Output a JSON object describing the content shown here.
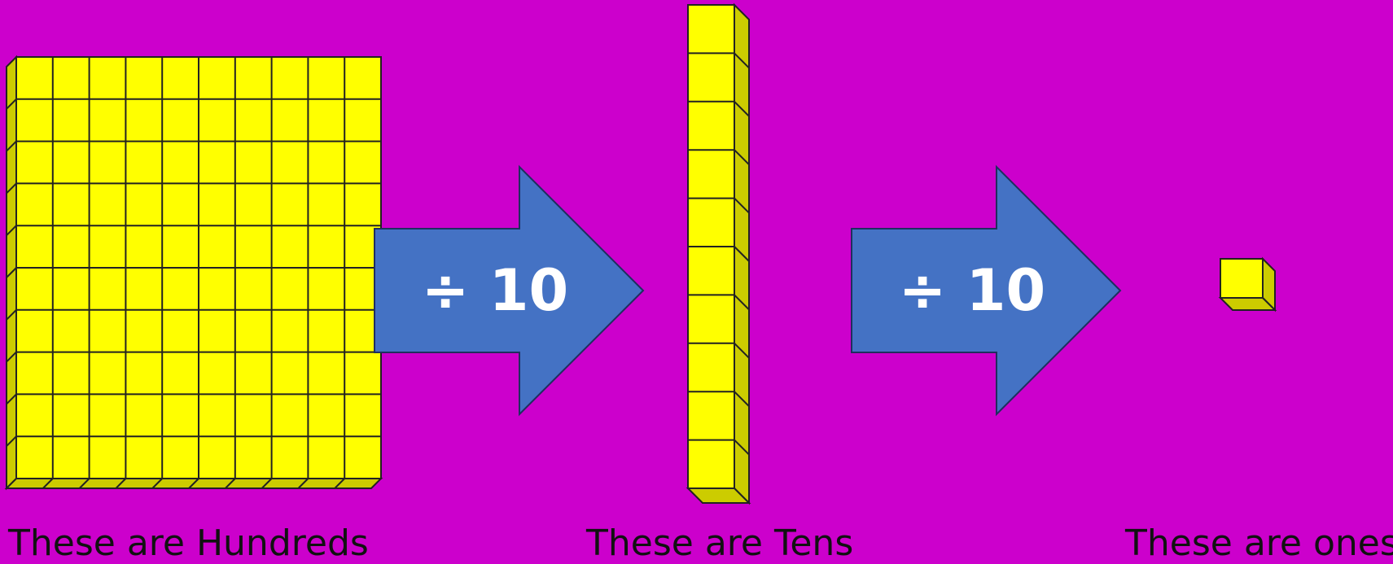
{
  "background_color": "#CC00CC",
  "block_color": "#FFFF00",
  "block_side_color": "#CCCC00",
  "arrow_color": "#4472C4",
  "arrows": [
    {
      "label": "÷ 10"
    },
    {
      "label": "÷ 10"
    }
  ],
  "captions": {
    "hundreds": "These are Hundreds",
    "tens": "These are Tens",
    "ones": "These are ones"
  }
}
